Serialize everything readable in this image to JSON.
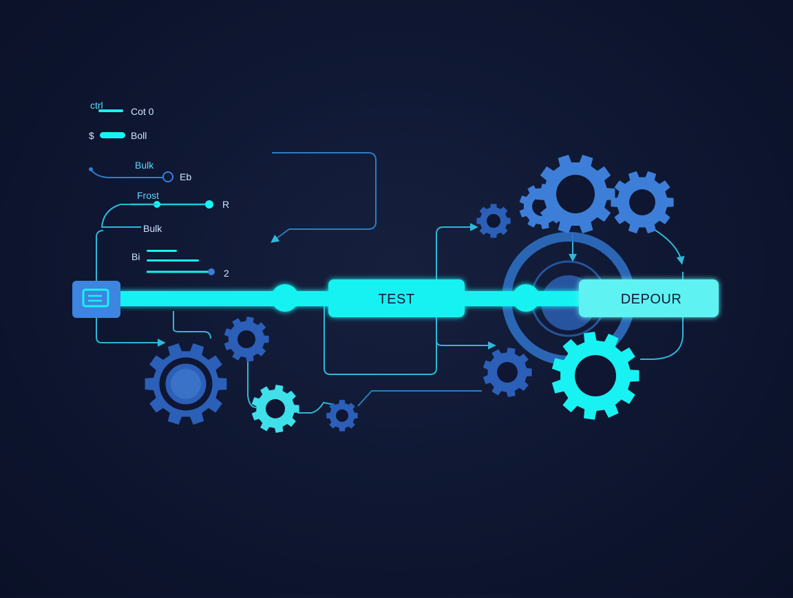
{
  "colors": {
    "background": "#0e1631",
    "cyan": "#19f2f2",
    "cyan_soft": "#3fe0ea",
    "blue": "#3d7fd8",
    "blue_deep": "#2b5fb8",
    "line": "#2fb8d9",
    "label_light": "#cfe6ff",
    "label_cyan": "#5fd9ff"
  },
  "legend": [
    {
      "prefix": "ctrl",
      "text": "Cot 0"
    },
    {
      "prefix": "$",
      "text": "Boll"
    },
    {
      "prefix": "",
      "text": "Bulk",
      "suffix": "Eb"
    },
    {
      "prefix": "",
      "text": "Frost",
      "suffix": "R"
    },
    {
      "prefix": "",
      "text": "Bulk"
    },
    {
      "prefix": "Bi",
      "text": "",
      "suffix": "2"
    }
  ],
  "pipeline": {
    "stages": [
      {
        "label": "TEST"
      },
      {
        "label": "DEPOUR"
      }
    ]
  },
  "icons": {
    "start": "source-box-icon",
    "gears": "gear-icon"
  }
}
